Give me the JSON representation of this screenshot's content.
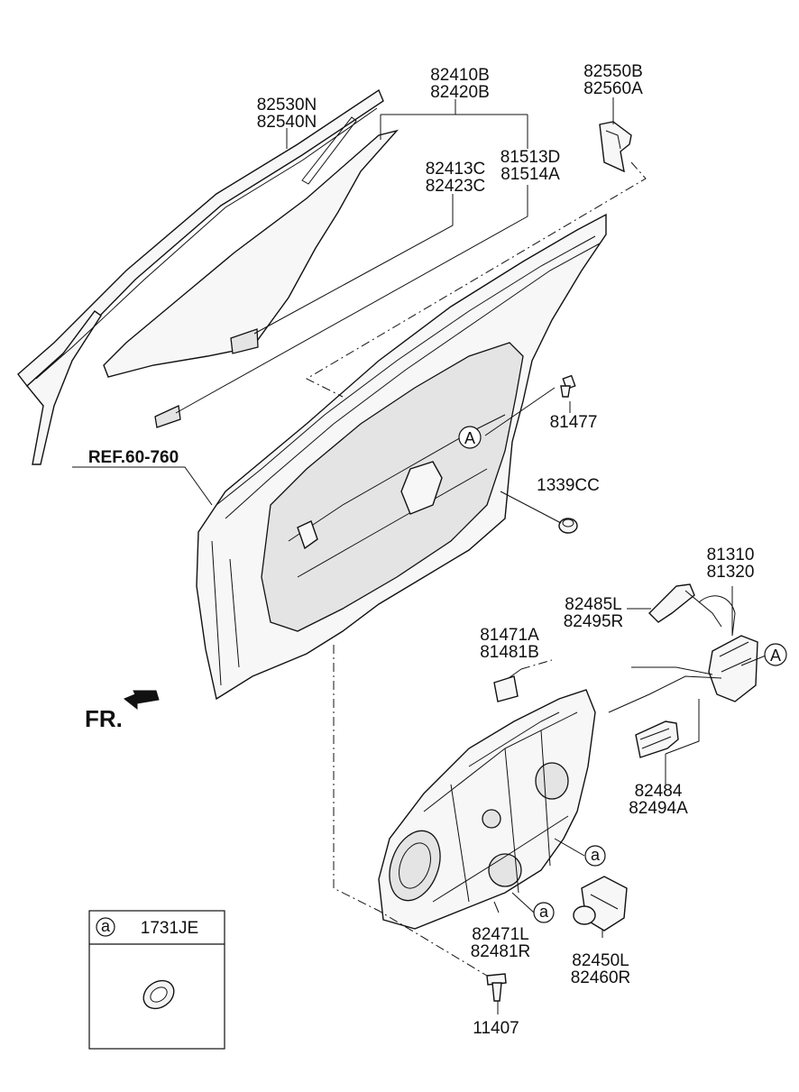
{
  "labels": {
    "window_run": [
      "82530N",
      "82540N"
    ],
    "glass": [
      "82410B",
      "82420B"
    ],
    "glass_channel": [
      "82413C",
      "82423C"
    ],
    "sash": [
      "81513D",
      "81514A"
    ],
    "mirror_bracket": [
      "82550B",
      "82560A"
    ],
    "bolt_81477": "81477",
    "plug": "1339CC",
    "ref": "REF.60-760",
    "latch": [
      "81310",
      "81320"
    ],
    "cable_rod": [
      "82485L",
      "82495R"
    ],
    "holder": [
      "81471A",
      "81481B"
    ],
    "bracket_82484": [
      "82484",
      "82494A"
    ],
    "module_panel": [
      "82471L",
      "82481R"
    ],
    "motor": [
      "82450L",
      "82460R"
    ],
    "screw": "11407",
    "front_indicator": "FR."
  },
  "callouts": {
    "A": "A",
    "a": "a"
  },
  "legend": {
    "marker": "a",
    "part": "1731JE"
  }
}
